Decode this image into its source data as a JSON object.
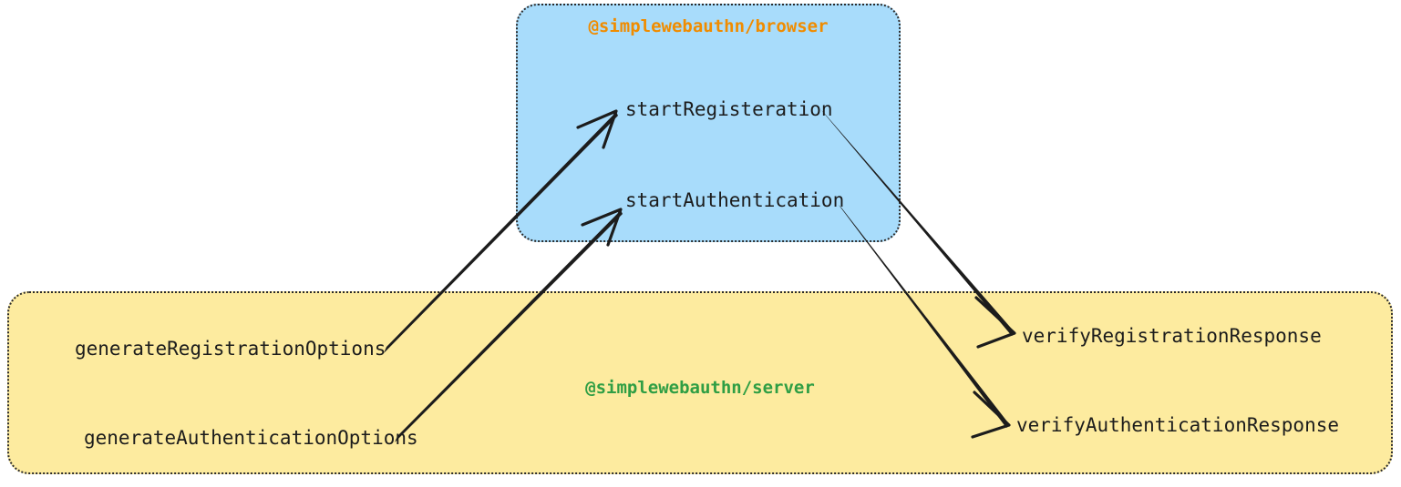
{
  "diagram": {
    "type": "package-flow-diagram",
    "background": "#ffffff",
    "packages": [
      {
        "id": "browser",
        "title": "@simplewebauthn/browser",
        "title_color": "#f08c00",
        "fill": "#a8dcfb",
        "border_color": "#2b2b2b",
        "border_style": "dotted",
        "nodes": [
          "startRegisteration",
          "startAuthentication"
        ]
      },
      {
        "id": "server",
        "title": "@simplewebauthn/server",
        "title_color": "#2f9e44",
        "fill": "#fdeb9f",
        "border_color": "#2b2b2b",
        "border_style": "dotted",
        "nodes": [
          "generateRegistrationOptions",
          "generateAuthenticationOptions",
          "verifyRegistrationResponse",
          "verifyAuthenticationResponse"
        ]
      }
    ],
    "nodes": {
      "start_registration": "startRegisteration",
      "start_authentication": "startAuthentication",
      "generate_registration_options": "generateRegistrationOptions",
      "generate_authentication_options": "generateAuthenticationOptions",
      "verify_registration_response": "verifyRegistrationResponse",
      "verify_authentication_response": "verifyAuthenticationResponse"
    },
    "edges": [
      {
        "id": "edge-generate-registration-to-start-registration",
        "from": "generateRegistrationOptions",
        "to": "startRegisteration",
        "color": "#1c1c1c",
        "arrowhead": "open-v"
      },
      {
        "id": "edge-generate-authentication-to-start-authentication",
        "from": "generateAuthenticationOptions",
        "to": "startAuthentication",
        "color": "#1c1c1c",
        "arrowhead": "open-v"
      },
      {
        "id": "edge-start-registration-to-verify-registration",
        "from": "startRegisteration",
        "to": "verifyRegistrationResponse",
        "color": "#1c1c1c",
        "arrowhead": "open-v"
      },
      {
        "id": "edge-start-authentication-to-verify-authentication",
        "from": "startAuthentication",
        "to": "verifyAuthenticationResponse",
        "color": "#1c1c1c",
        "arrowhead": "open-v"
      }
    ]
  }
}
